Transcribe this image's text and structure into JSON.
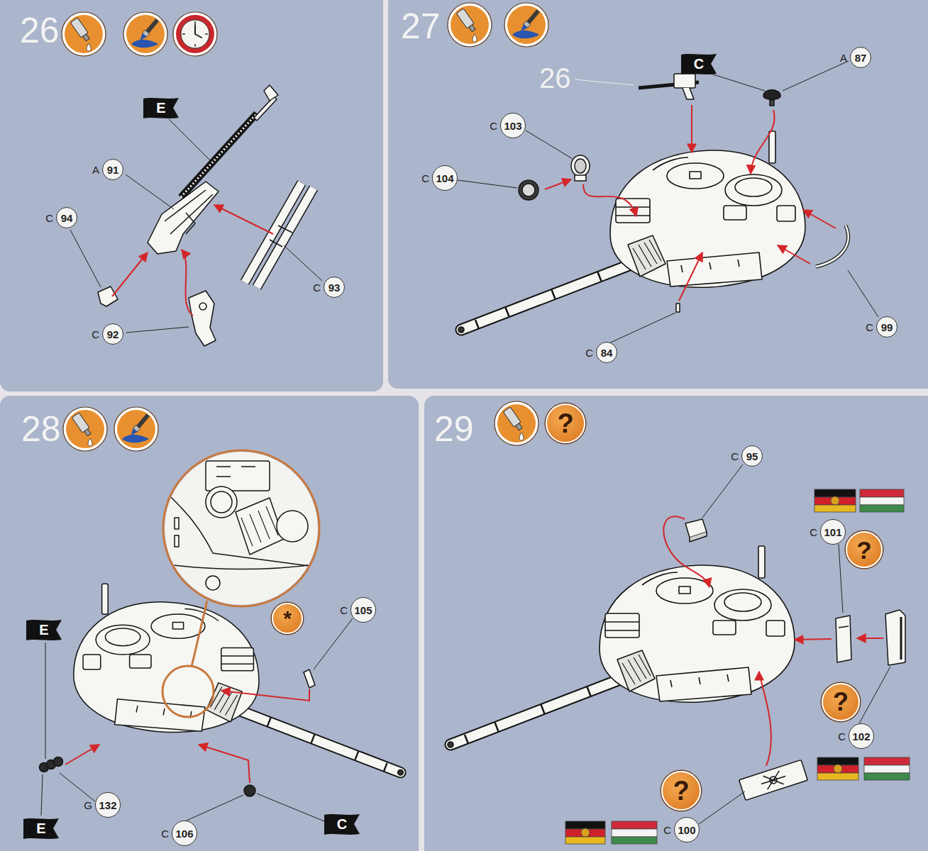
{
  "diagram": {
    "nodes": [
      {
        "text": [
          "26"
        ]
      },
      {
        "text": [
          "E"
        ],
        "in": 0
      },
      {
        "text": [
          "A",
          "91"
        ],
        "in": 0
      },
      {
        "text": [
          "C",
          "94"
        ],
        "in": 0
      },
      {
        "text": [
          "C",
          "93"
        ],
        "in": 0
      },
      {
        "text": [
          "C",
          "92"
        ],
        "in": 0
      },
      {
        "text": [
          "27"
        ]
      },
      {
        "text": [
          "C"
        ],
        "in": 6
      },
      {
        "text": [
          "A",
          "87"
        ],
        "in": 6
      },
      {
        "text": [
          "C",
          "103"
        ],
        "in": 6
      },
      {
        "text": [
          "C",
          "104"
        ],
        "in": 6
      },
      {
        "text": [
          "C",
          "99"
        ],
        "in": 6
      },
      {
        "text": [
          "C",
          "84"
        ],
        "in": 6
      },
      {
        "text": [
          "28"
        ]
      },
      {
        "text": [
          "*"
        ],
        "in": 13
      },
      {
        "text": [
          "C",
          "105"
        ],
        "in": 13
      },
      {
        "text": [
          "E"
        ],
        "in": 13
      },
      {
        "text": [
          "G",
          "132"
        ],
        "in": 13
      },
      {
        "text": [
          "E"
        ],
        "in": 13
      },
      {
        "text": [
          "C",
          "106"
        ],
        "in": 13
      },
      {
        "text": [
          "C"
        ],
        "in": 13
      },
      {
        "text": [
          "29"
        ]
      },
      {
        "text": [
          "?"
        ],
        "in": 21
      },
      {
        "text": [
          "C",
          "95"
        ],
        "in": 21
      },
      {
        "text": [
          "C",
          "101"
        ],
        "in": 21
      },
      {
        "text": [
          "?"
        ],
        "in": 21
      },
      {
        "text": [
          "?"
        ],
        "in": 21
      },
      {
        "text": [
          "C",
          "102"
        ],
        "in": 21
      },
      {
        "text": [
          "?"
        ],
        "in": 21
      },
      {
        "text": [
          "C",
          "100"
        ],
        "in": 21
      }
    ],
    "labels": [
      "26"
    ]
  }
}
